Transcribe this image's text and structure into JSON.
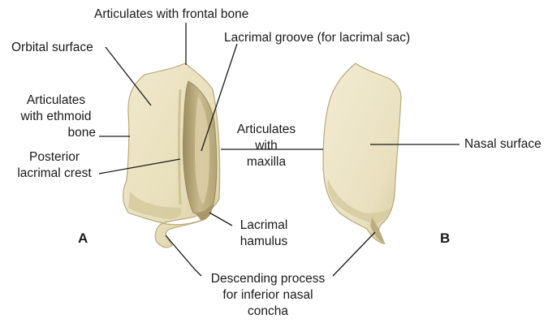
{
  "panels": {
    "a": "A",
    "b": "B"
  },
  "labels": {
    "frontal": "Articulates with frontal bone",
    "lacrimal_groove": "Lacrimal groove (for lacrimal sac)",
    "orbital_surface": "Orbital surface",
    "ethmoid": [
      "Articulates",
      "with ethmoid",
      "bone"
    ],
    "posterior_crest": [
      "Posterior",
      "lacrimal crest"
    ],
    "maxilla": [
      "Articulates",
      "with",
      "maxilla"
    ],
    "nasal_surface": "Nasal surface",
    "hamulus": [
      "Lacrimal",
      "hamulus"
    ],
    "descending": [
      "Descending process",
      "for inferior nasal",
      "concha"
    ]
  },
  "colors": {
    "bone_fill": "#ece3c2",
    "bone_shadow": "#d1c499",
    "bone_edge": "#b9aa7c",
    "groove_fill": "#b7a77a",
    "leader_line": "#1a1a1a"
  }
}
